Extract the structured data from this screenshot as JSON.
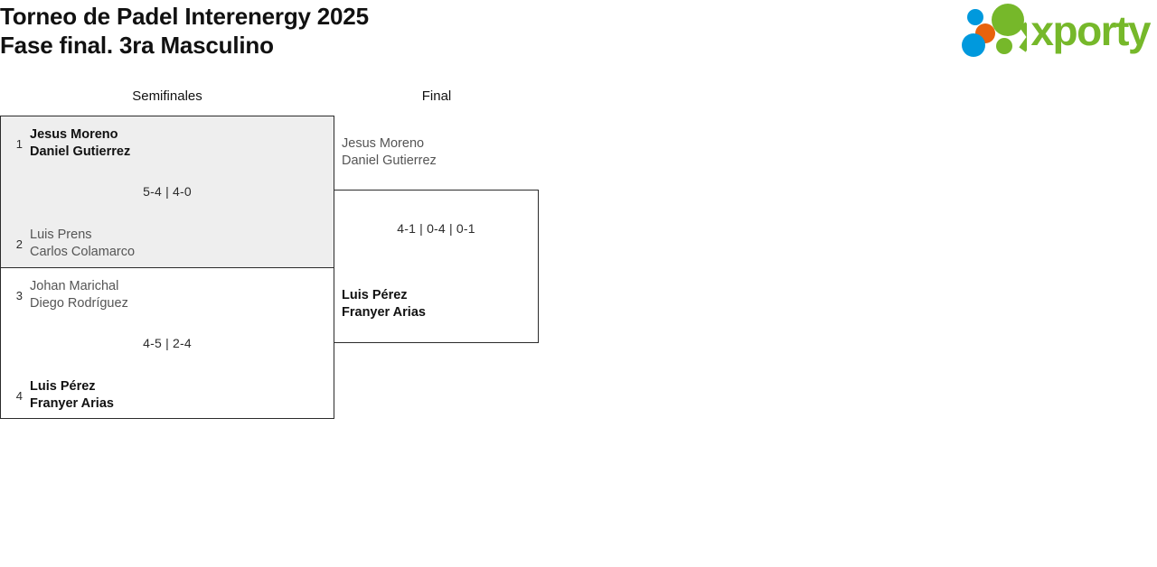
{
  "header": {
    "title_line_1": "Torneo de Padel Interenergy 2025",
    "title_line_2": "Fase final. 3ra Masculino",
    "logo": {
      "wordmark": "xporty",
      "green": "#76b82a",
      "blue": "#0099dd",
      "orange": "#e8620c",
      "dots_icon": "xporty-dots-logo"
    }
  },
  "bracket": {
    "rounds": [
      {
        "label": "Semifinales"
      },
      {
        "label": "Final"
      }
    ],
    "matches": {
      "semifinal_1": {
        "score": "5-4 | 4-0",
        "top": {
          "seed": "1",
          "player_1": "Jesus Moreno",
          "player_2": "Daniel Gutierrez",
          "result": "winner"
        },
        "bottom": {
          "seed": "2",
          "player_1": "Luis Prens",
          "player_2": "Carlos Colamarco",
          "result": "loser"
        }
      },
      "semifinal_2": {
        "score": "4-5 | 2-4",
        "top": {
          "seed": "3",
          "player_1": "Johan Marichal",
          "player_2": "Diego Rodríguez",
          "result": "loser"
        },
        "bottom": {
          "seed": "4",
          "player_1": "Luis Pérez",
          "player_2": "Franyer Arias",
          "result": "winner"
        }
      },
      "final": {
        "score": "4-1 | 0-4 | 0-1",
        "top": {
          "seed": "",
          "player_1": "Jesus Moreno",
          "player_2": "Daniel Gutierrez",
          "result": "loser"
        },
        "bottom": {
          "seed": "",
          "player_1": "Luis Pérez",
          "player_2": "Franyer Arias",
          "result": "winner"
        }
      }
    }
  }
}
